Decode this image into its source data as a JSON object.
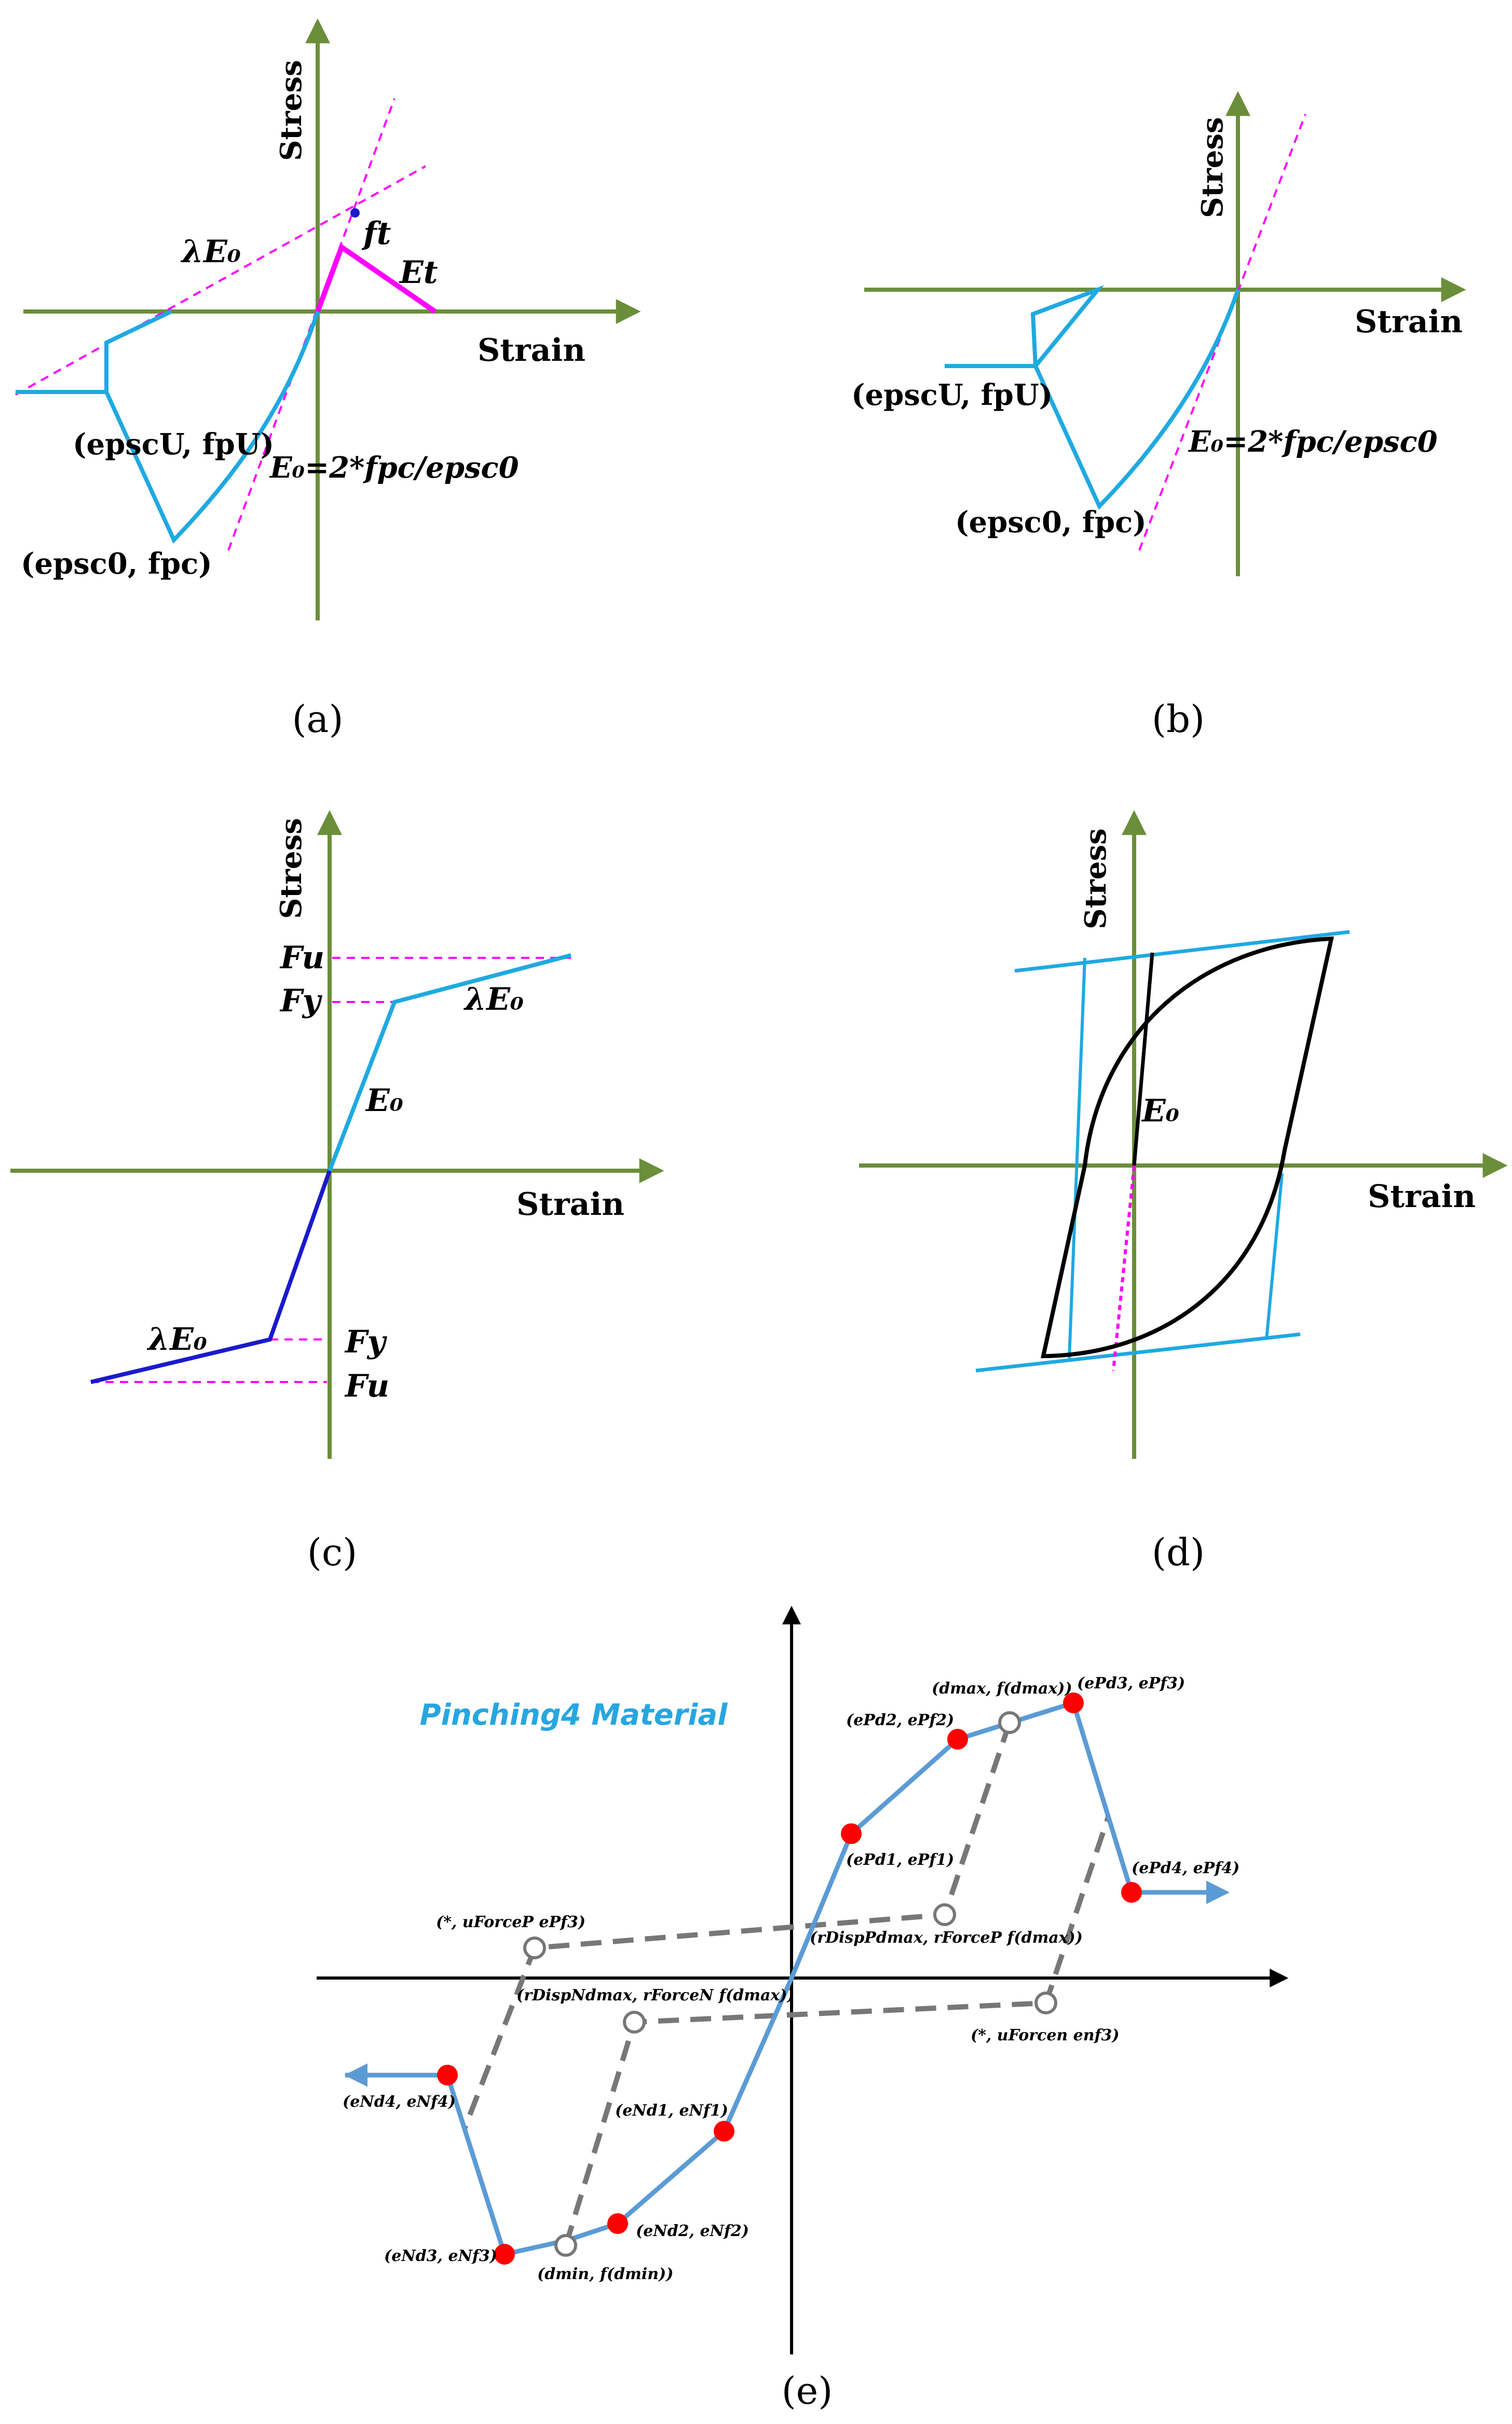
{
  "colors": {
    "axis_green": "#6b8e3a",
    "cyan": "#1fa9e1",
    "magenta": "#ff00ff",
    "navy": "#1a1acb",
    "black": "#000000",
    "gray": "#777777",
    "red": "#ff0000",
    "blue_line": "#5b9bd5",
    "title_color": "#27a6e0"
  },
  "panel_a": {
    "stress": "Stress",
    "strain": "Strain",
    "lambda_e0": "λE₀",
    "ft": "ft",
    "et": "Et",
    "epscu_fpu": "(epscU, fpU)",
    "e0_formula": "E₀=2*fpc/epsc0",
    "epsc0_fpc": "(epsc0, fpc)",
    "caption": "(a)"
  },
  "panel_b": {
    "stress": "Stress",
    "strain": "Strain",
    "epscu_fpu": "(epscU, fpU)",
    "e0_formula": "E₀=2*fpc/epsc0",
    "epsc0_fpc": "(epsc0, fpc)",
    "caption": "(b)"
  },
  "panel_c": {
    "stress": "Stress",
    "strain": "Strain",
    "fu_top": "Fu",
    "fy_top": "Fy",
    "lambda_e0_top": "λE₀",
    "e0": "E₀",
    "lambda_e0_bottom": "λE₀",
    "fy_bottom": "Fy",
    "fu_bottom": "Fu",
    "caption": "(c)"
  },
  "panel_d": {
    "stress": "Stress",
    "strain": "Strain",
    "e0": "E₀",
    "caption": "(d)"
  },
  "panel_e": {
    "title": "Pinching4 Material",
    "labels": {
      "dmax": "(dmax, f(dmax))",
      "epd3": "(ePd3, ePf3)",
      "epd2": "(ePd2, ePf2)",
      "epd1": "(ePd1, ePf1)",
      "epd4": "(ePd4, ePf4)",
      "uforcep": "(*, uForceP ePf3)",
      "rdispp": "(rDispPdmax, rForceP f(dmax))",
      "rdispn": "(rDispNdmax, rForceN f(dmax))",
      "uforcen": "(*, uForcen enf3)",
      "end4": "(eNd4, eNf4)",
      "end1": "(eNd1, eNf1)",
      "end3": "(eNd3, eNf3)",
      "end2": "(eNd2, eNf2)",
      "dmin": "(dmin, f(dmin))"
    },
    "caption": "(e)"
  }
}
